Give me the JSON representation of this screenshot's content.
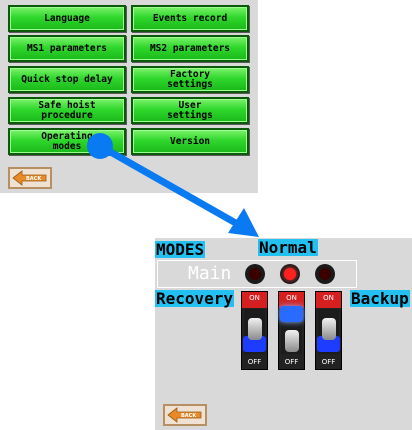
{
  "menu": {
    "buttons": [
      {
        "label": "Language"
      },
      {
        "label": "Events record"
      },
      {
        "label": "MS1 parameters"
      },
      {
        "label": "MS2 parameters"
      },
      {
        "label": "Quick stop delay"
      },
      {
        "label": "Factory\nsettings"
      },
      {
        "label": "Safe hoist\nprocedure"
      },
      {
        "label": "User\nsettings"
      },
      {
        "label": "Operating\nmodes"
      },
      {
        "label": "Version"
      }
    ],
    "back_label": "BACK"
  },
  "modes": {
    "title": "MODES",
    "status": "Normal",
    "main_label": "Main",
    "recovery_label": "Recovery",
    "backup_label": "Backup",
    "leds": [
      {
        "name": "led-1",
        "state": "off",
        "color": "#3a0000"
      },
      {
        "name": "led-2",
        "state": "on",
        "color": "#ff2020"
      },
      {
        "name": "led-3",
        "state": "off",
        "color": "#3a0000"
      }
    ],
    "switches": [
      {
        "on_label": "ON",
        "off_label": "OFF",
        "position": "down",
        "glow": "#1e3cff"
      },
      {
        "on_label": "ON",
        "off_label": "OFF",
        "position": "up",
        "glow": "#2a6bff"
      },
      {
        "on_label": "ON",
        "off_label": "OFF",
        "position": "down",
        "glow": "#1e3cff"
      }
    ],
    "back_label": "BACK"
  },
  "colors": {
    "arrow": "#0a7af2",
    "highlight": "#23c1f1",
    "button_green": "#2fd72c"
  }
}
